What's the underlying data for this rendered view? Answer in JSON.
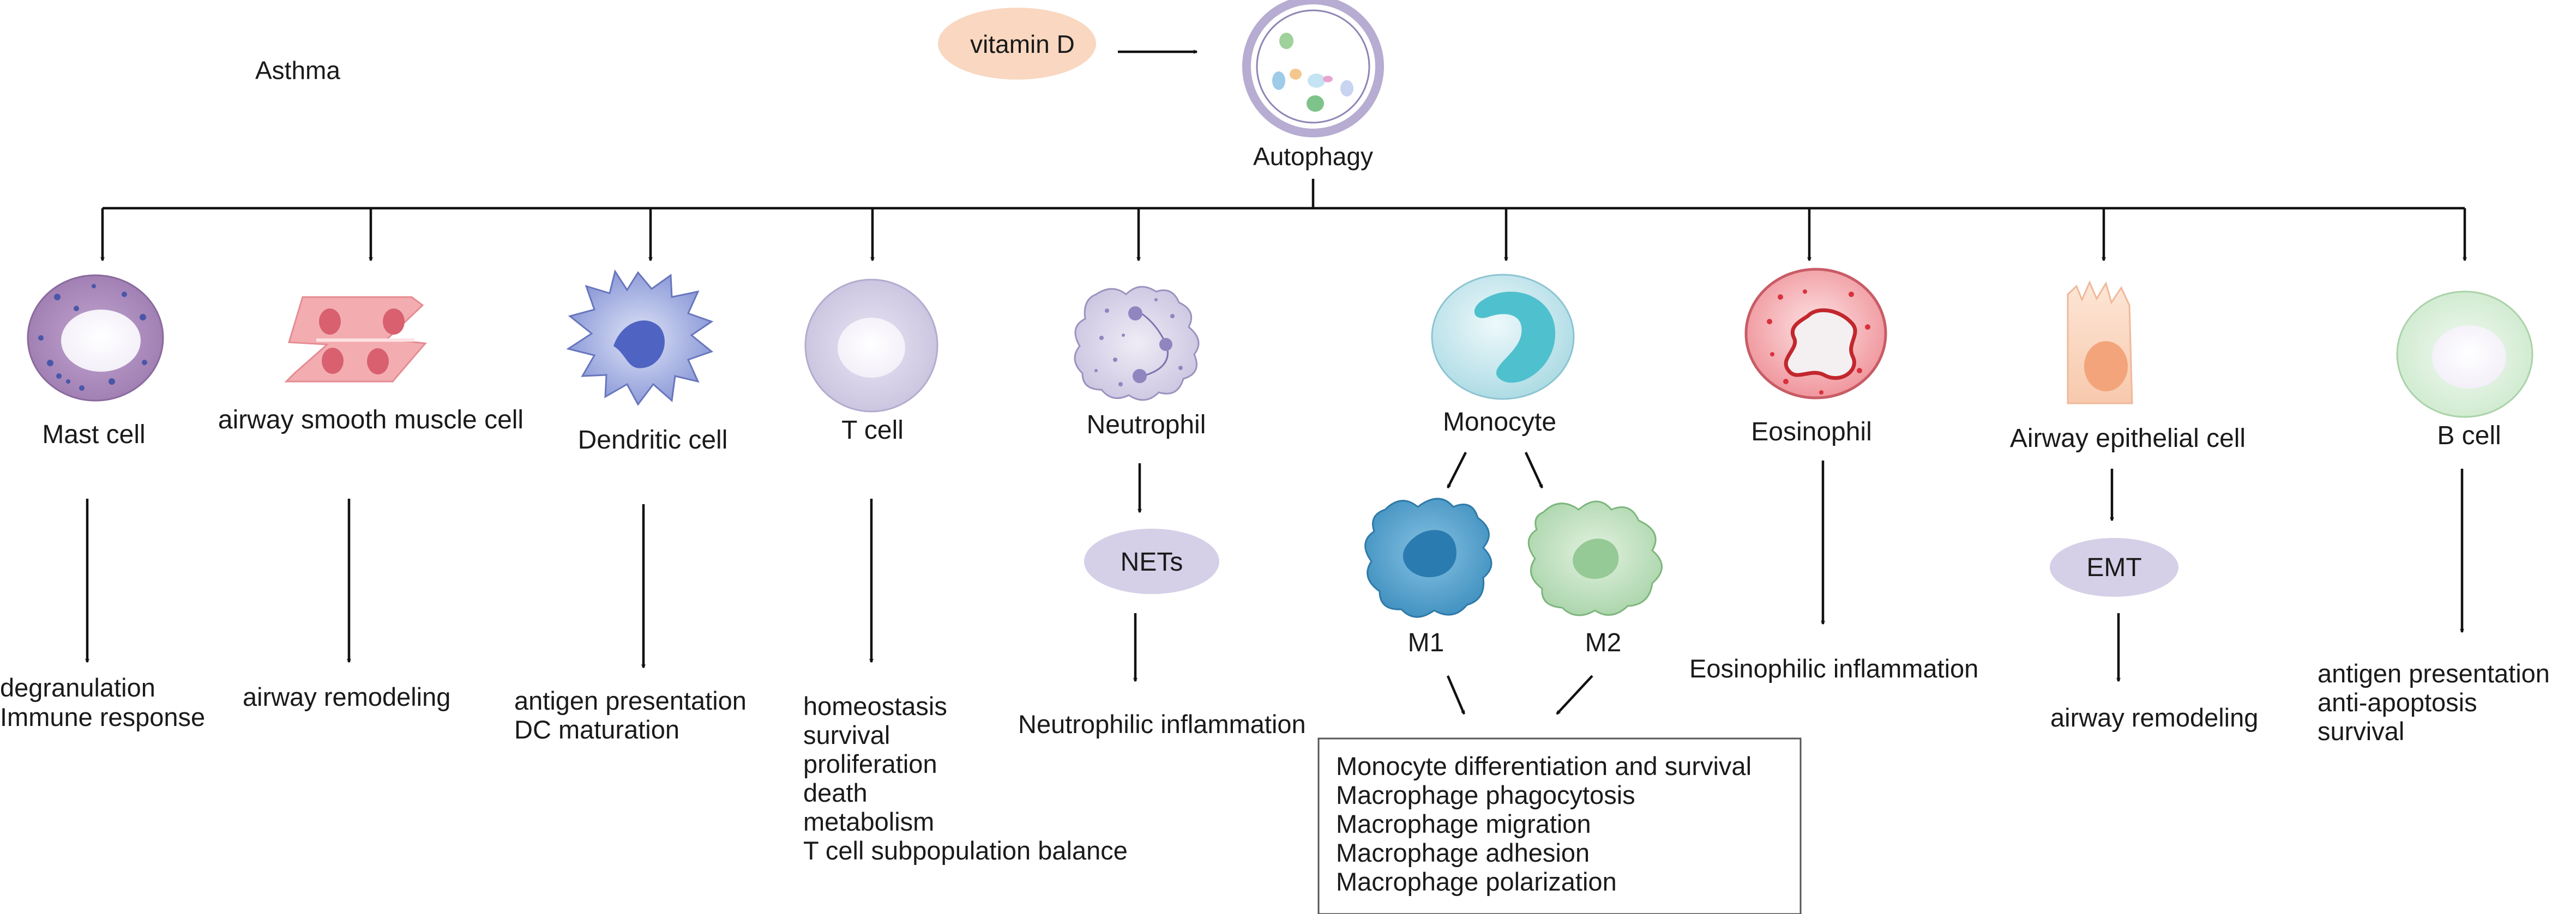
{
  "title": "Asthma",
  "trigger": "vitamin D",
  "process": "Autophagy",
  "branches": [
    {
      "cell": "Mast cell",
      "effects": [
        "degranulation",
        "Immune response"
      ]
    },
    {
      "cell": "airway smooth muscle cell",
      "effects": [
        "airway remodeling"
      ]
    },
    {
      "cell": "Dendritic cell",
      "effects": [
        "antigen presentation",
        "DC maturation"
      ]
    },
    {
      "cell": "T cell",
      "effects": [
        "homeostasis",
        "survival",
        "proliferation",
        "death",
        "metabolism",
        "T cell subpopulation balance"
      ]
    },
    {
      "cell": "Neutrophil",
      "intermediate": "NETs",
      "effects": [
        "Neutrophilic inflammation"
      ]
    },
    {
      "cell": "Monocyte",
      "subtypes": [
        "M1",
        "M2"
      ],
      "effects": [
        "Monocyte differentiation and survival",
        "Macrophage phagocytosis",
        "Macrophage migration",
        "Macrophage adhesion",
        "Macrophage polarization"
      ]
    },
    {
      "cell": "Eosinophil",
      "effects": [
        "Eosinophilic inflammation"
      ]
    },
    {
      "cell": "Airway epithelial cell",
      "intermediate": "EMT",
      "effects": [
        "airway remodeling"
      ]
    },
    {
      "cell": "B cell",
      "effects": [
        "antigen presentation",
        "anti-apoptosis",
        "survival"
      ]
    }
  ],
  "colors": {
    "vitamin_d_oval": "#f9d7c0",
    "autophagy_ring": "#b7acd1",
    "mast_cell": "#a887b8",
    "smooth_muscle": "#f2a8ab",
    "dendritic": "#8c9ad6",
    "t_cell": "#cfc9e2",
    "neutrophil": "#d7d1e8",
    "monocyte": "#bfe4ea",
    "m1": "#4a9bc8",
    "m2": "#b8dcb8",
    "eosinophil": "#f1a3a8",
    "epithelial": "#fad7c0",
    "b_cell": "#d8efd8",
    "oval_label": "#d5d0e8"
  }
}
